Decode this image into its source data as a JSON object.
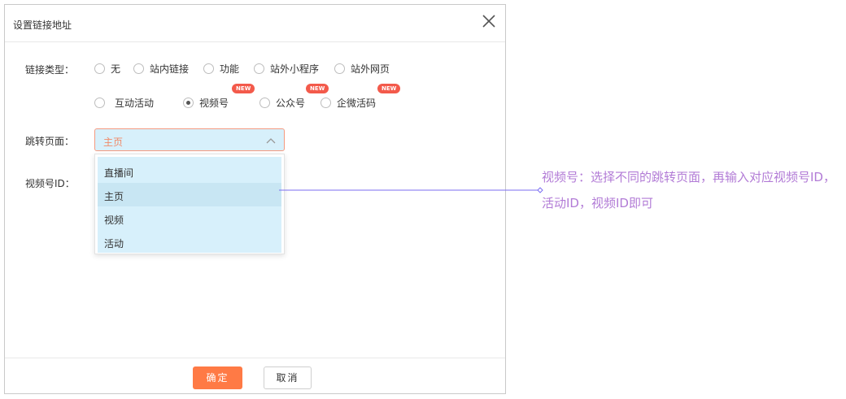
{
  "dialog": {
    "title": "设置链接地址",
    "link_type_label": "链接类型：",
    "link_types_row1": [
      "无",
      "站内链接",
      "功能",
      "站外小程序",
      "站外网页"
    ],
    "link_types_row2": [
      "互动活动",
      "视频号",
      "公众号",
      "企微活码"
    ],
    "selected_link_type": "视频号",
    "new_badge": "NEW",
    "jump_page_label": "跳转页面：",
    "jump_page_value": "主页",
    "channel_id_label": "视频号ID：",
    "dropdown_options": [
      "直播间",
      "主页",
      "视频",
      "活动"
    ],
    "hovered_option": "主页",
    "ok_label": "确定",
    "cancel_label": "取消"
  },
  "annotation": {
    "text": "视频号：选择不同的跳转页面，再输入对应视频号ID，活动ID，视频ID即可"
  },
  "colors": {
    "primary": "#ff7a45",
    "badge": "#f35a4b",
    "select_bg": "#d7f0fb",
    "annotation": "#b27bd6",
    "connector": "#7b6ef2"
  }
}
